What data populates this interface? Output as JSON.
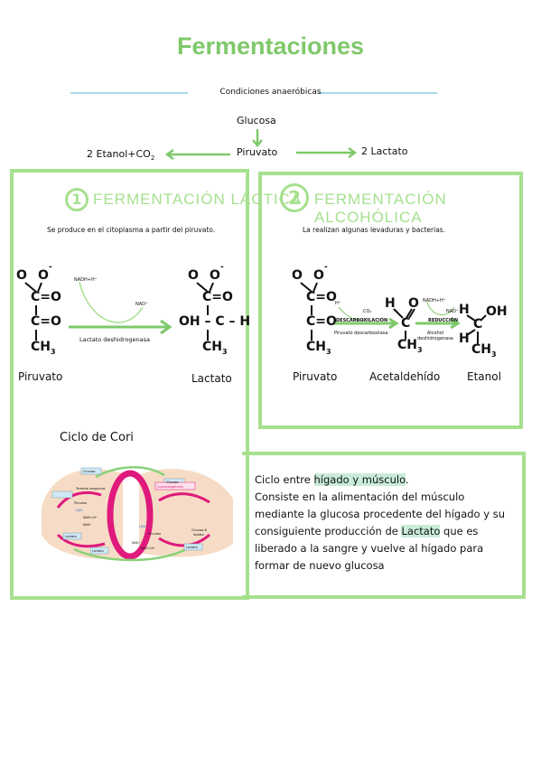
{
  "title": "Fermentaciones",
  "conditions": "Condiciones anaeróbicas",
  "flow": {
    "glucose": "Glucosa",
    "pyruvate": "Piruvato",
    "left_product": "2 Etanol+CO",
    "left_sub": "2",
    "right_product": "2 Lactato"
  },
  "lactic": {
    "number": "1",
    "heading": "FERMENTACIÓN LÁCTICA",
    "description": "Se produce en el citoplasma a partir del piruvato.",
    "cofactor_in": "NADH+H⁺",
    "cofactor_out": "NAD⁺",
    "enzyme": "Lactato deshidrogenasa",
    "reactant": "Piruvato",
    "product": "Lactato"
  },
  "alcoholic": {
    "number": "2",
    "heading": "FERMENTACIÓN ALCOHÓLICA",
    "description": "La realizan algunas levaduras y bacterias.",
    "h_plus": "H⁺",
    "co2": "CO₂",
    "step1": "DESCARBOXILACIÓN",
    "enzyme1": "Piruvato descarboxilasa",
    "nadh": "NADH+H⁺",
    "nad": "NAD⁺",
    "step2": "REDUCCIÓN",
    "enzyme2": "Alcohol deshidrogenasa",
    "reactant": "Piruvato",
    "intermediate": "Acetaldehído",
    "product": "Etanol"
  },
  "molecules": {
    "o_minus": "O",
    "o": "O",
    "c_o": "C=O",
    "ch3": "CH",
    "oh_c_h": "OH – C – H",
    "c": "C",
    "h": "H",
    "oh": "OH"
  },
  "cori": {
    "heading": "Ciclo de Cori",
    "diagram_labels": [
      "Glucosa",
      "Glucosa",
      "Torrente sanguíneo",
      "Piruvato",
      "LDH",
      "NAD+/H⁺",
      "NAD⁺",
      "Lactato",
      "Lactato",
      "Gluconeogénesis",
      "LDH",
      "Piruvato",
      "NAD⁺",
      "NAD+/H⁺",
      "Glucosa-6 fosfato",
      "Lactato"
    ],
    "text_intro": "Ciclo entre ",
    "text_highlight": "hígado y músculo",
    "text_line2": "Consiste en la alimentación del músculo",
    "text_line3": "mediante la glucosa procedente del hígado y su",
    "text_line4a": "consiguiente producción de ",
    "text_line4_highlight": "Lactato",
    "text_line4b": " que es",
    "text_line5": "liberado a la sangre y vuelve al hígado para",
    "text_line6": "formar de nuevo glucosa"
  },
  "colors": {
    "accent_green": "#a6e08f",
    "title_green": "#7fc86a",
    "line_blue": "#a9dbe8",
    "cycle_magenta": "#e0197d"
  }
}
